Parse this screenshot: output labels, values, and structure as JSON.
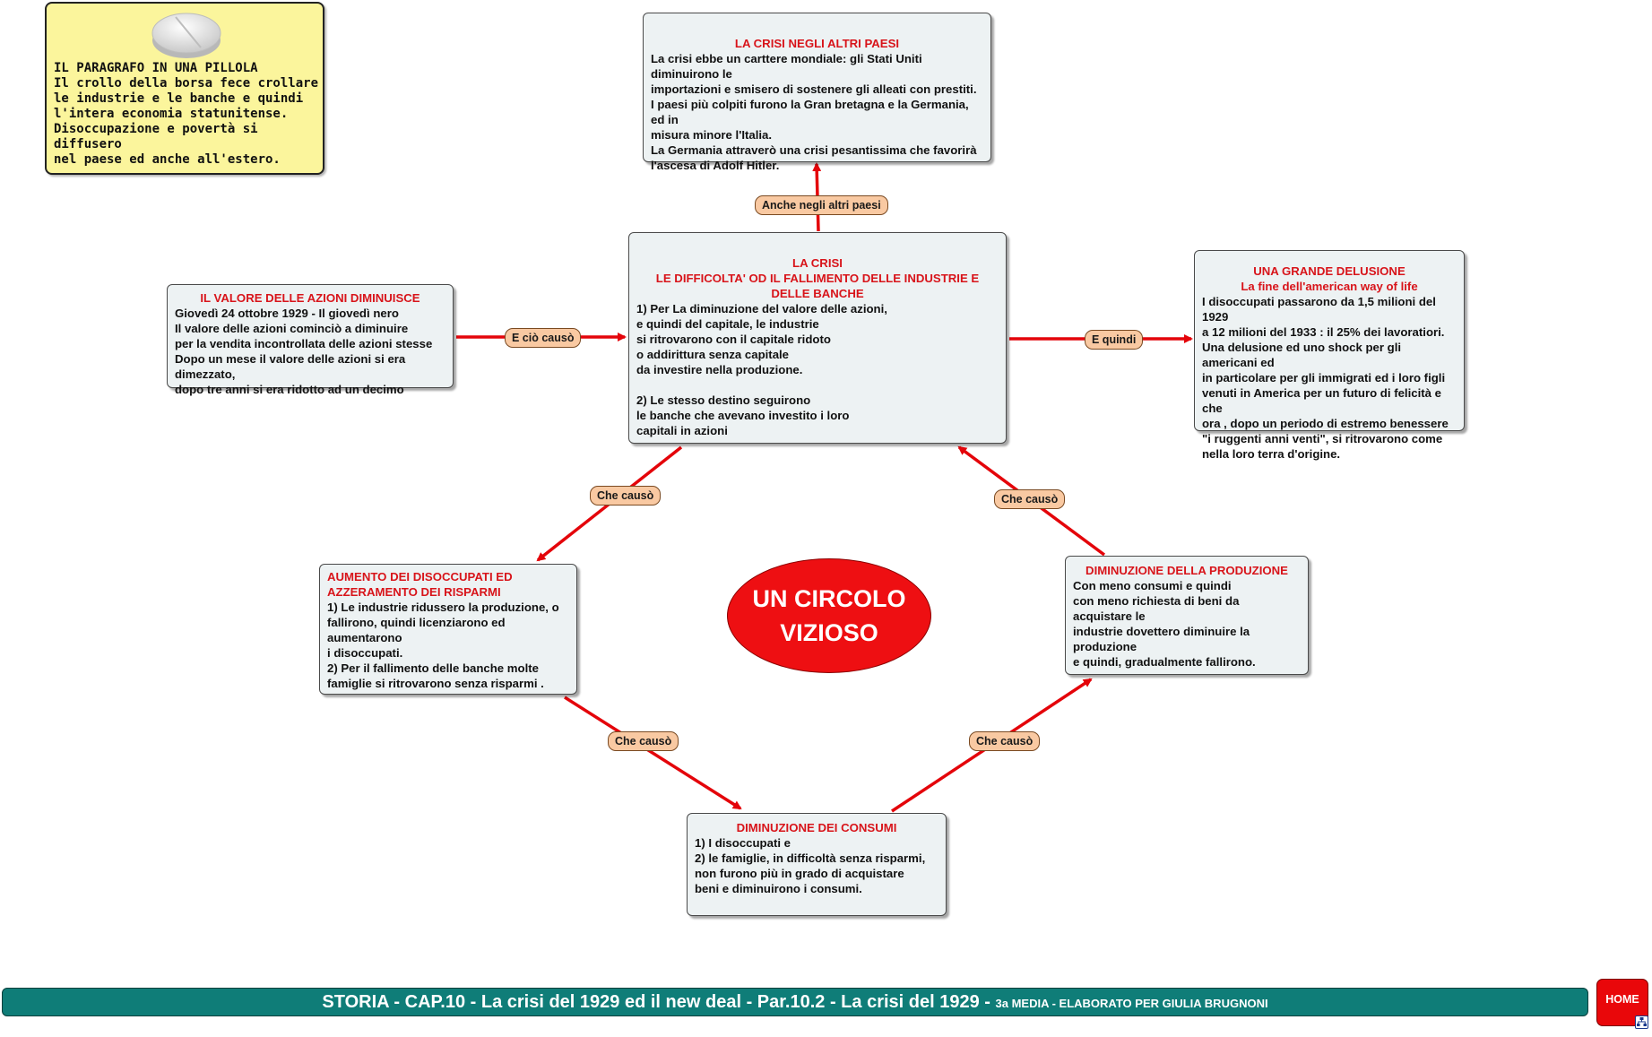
{
  "pill": {
    "text": "IL  PARAGRAFO IN UNA PILLOLA\nIl crollo della borsa fece crollare\nle industrie e le banche e quindi\nl'intera economia statunitense.\nDisoccupazione e povertà si diffusero\nnel paese ed anche all'estero."
  },
  "boxes": {
    "altri_paesi": {
      "title": "LA CRISI NEGLI ALTRI PAESI",
      "body": "La crisi ebbe un carttere mondiale: gli Stati Uniti diminuirono le\nimportazioni e smisero di sostenere gli alleati con prestiti.\nI paesi più colpiti furono la Gran bretagna e la Germania, ed in\nmisura minore l'Italia.\nLa Germania attraverò una crisi pesantissima che favorirà\nl'ascesa di Adolf Hitler."
    },
    "crisi": {
      "title1": "LA CRISI",
      "title2": "LE DIFFICOLTA' OD IL FALLIMENTO DELLE INDUSTRIE  E DELLE BANCHE",
      "body": "1) Per La diminuzione del valore delle azioni,\ne quindi del capitale,  le industrie\nsi ritrovarono con il capitale ridoto\no addirittura senza  capitale\nda investire nella produzione.\n\n2) Le stesso destino seguirono\nle banche  che avevano  investito  i loro\ncapitali in azioni"
    },
    "valore_azioni": {
      "title": "IL VALORE DELLE AZIONI DIMINUISCE",
      "body": "Giovedì 24 ottobre 1929 - Il giovedì nero\nIl valore delle azioni cominciò a diminuire\nper la vendita incontrollata delle azioni stesse\nDopo un mese il valore delle azioni si era dimezzato,\ndopo tre anni si era ridotto ad un decimo"
    },
    "delusione": {
      "title1": "UNA GRANDE DELUSIONE",
      "title2": "La fine dell'american way of life",
      "body": "I disoccupati passarono da 1,5 milioni del 1929\na 12 milioni del 1933 : il 25% dei lavoratiori.\nUna delusione ed uno shock per gli americani ed\nin particolare per gli immigrati ed i loro figli\nvenuti in America per un futuro di felicità e che\nora , dopo un periodo di estremo benessere\n\"i ruggenti anni venti\", si ritrovarono come\nnella loro terra d'origine."
    },
    "disoccupati": {
      "title": "AUMENTO DEI DISOCCUPATI ED\nAZZERAMENTO DEI RISPARMI",
      "body": "1) Le industrie ridussero la produzione, o\nfallirono, quindi licenziarono ed aumentarono\ni disoccupati.\n2) Per il fallimento delle banche molte\nfamiglie si ritrovarono senza risparmi ."
    },
    "produzione": {
      "title": "DIMINUZIONE DELLA PRODUZIONE",
      "body": "Con meno consumi e quindi\ncon meno richiesta di beni da acquistare le\nindustrie dovettero diminuire la produzione\ne quindi, gradualmente fallirono."
    },
    "consumi": {
      "title": "DIMINUZIONE DEI CONSUMI",
      "body": "1) I disoccupati  e\n2)  le famiglie, in difficoltà senza risparmi,\nnon furono più in grado di acquistare\nbeni e diminuirono  i consumi."
    }
  },
  "links": {
    "altri_paesi": "Anche negli altri paesi",
    "cio_causo": "E ciò causò",
    "e_quindi": "E quindi",
    "che_causo_1": "Che causò",
    "che_causo_2": "Che causò",
    "che_causo_3": "Che causò",
    "che_causo_4": "Che causò"
  },
  "center": "UN CIRCOLO\nVIZIOSO",
  "footer": {
    "main": "STORIA - CAP.10 - La crisi del 1929 ed il new deal - Par.10.2 - La crisi del 1929 - ",
    "small": "3a MEDIA - ELABORATO  PER GIULIA BRUGNONI"
  },
  "home": "HOME",
  "colors": {
    "arrow": "#e4040a",
    "title": "#d8141a",
    "box_bg": "#edf2f3",
    "pill_bg": "#fbf59c",
    "footer_bg": "#0f7d78",
    "label_bg": "#f9c9a2"
  },
  "icons": {
    "pill_image": "pill-tablet-icon",
    "home_icon": "sitemap-icon"
  }
}
